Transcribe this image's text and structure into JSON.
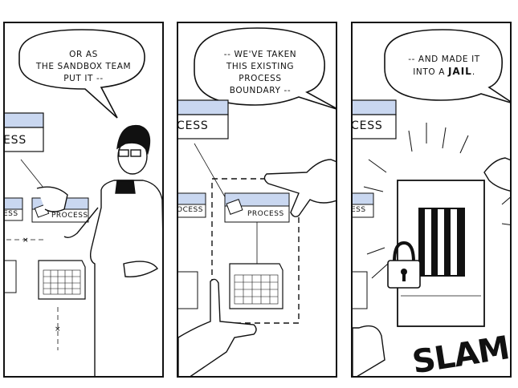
{
  "panels": [
    {
      "caption_lines": [
        "OR AS",
        "THE SANDBOX TEAM",
        "PUT IT --"
      ],
      "labels": {
        "top_process": "ESS",
        "left_process": "ESS",
        "process": "PROCESS"
      }
    },
    {
      "caption_lines": [
        "-- WE'VE TAKEN",
        "THIS EXISTING PROCESS",
        "BOUNDARY --"
      ],
      "labels": {
        "top_process": "CESS",
        "left_process": "OCESS",
        "process": "PROCESS"
      }
    },
    {
      "caption_line1": "-- AND MADE IT",
      "caption_line2_prefix": "INTO A ",
      "caption_emphasis": "JAIL",
      "caption_line2_suffix": ".",
      "labels": {
        "top_process": "CESS",
        "left_process": "ESS"
      },
      "sound_effect": "SLAM!"
    }
  ],
  "colors": {
    "accent_blue": "#c9d7f0",
    "ink": "#111111"
  }
}
